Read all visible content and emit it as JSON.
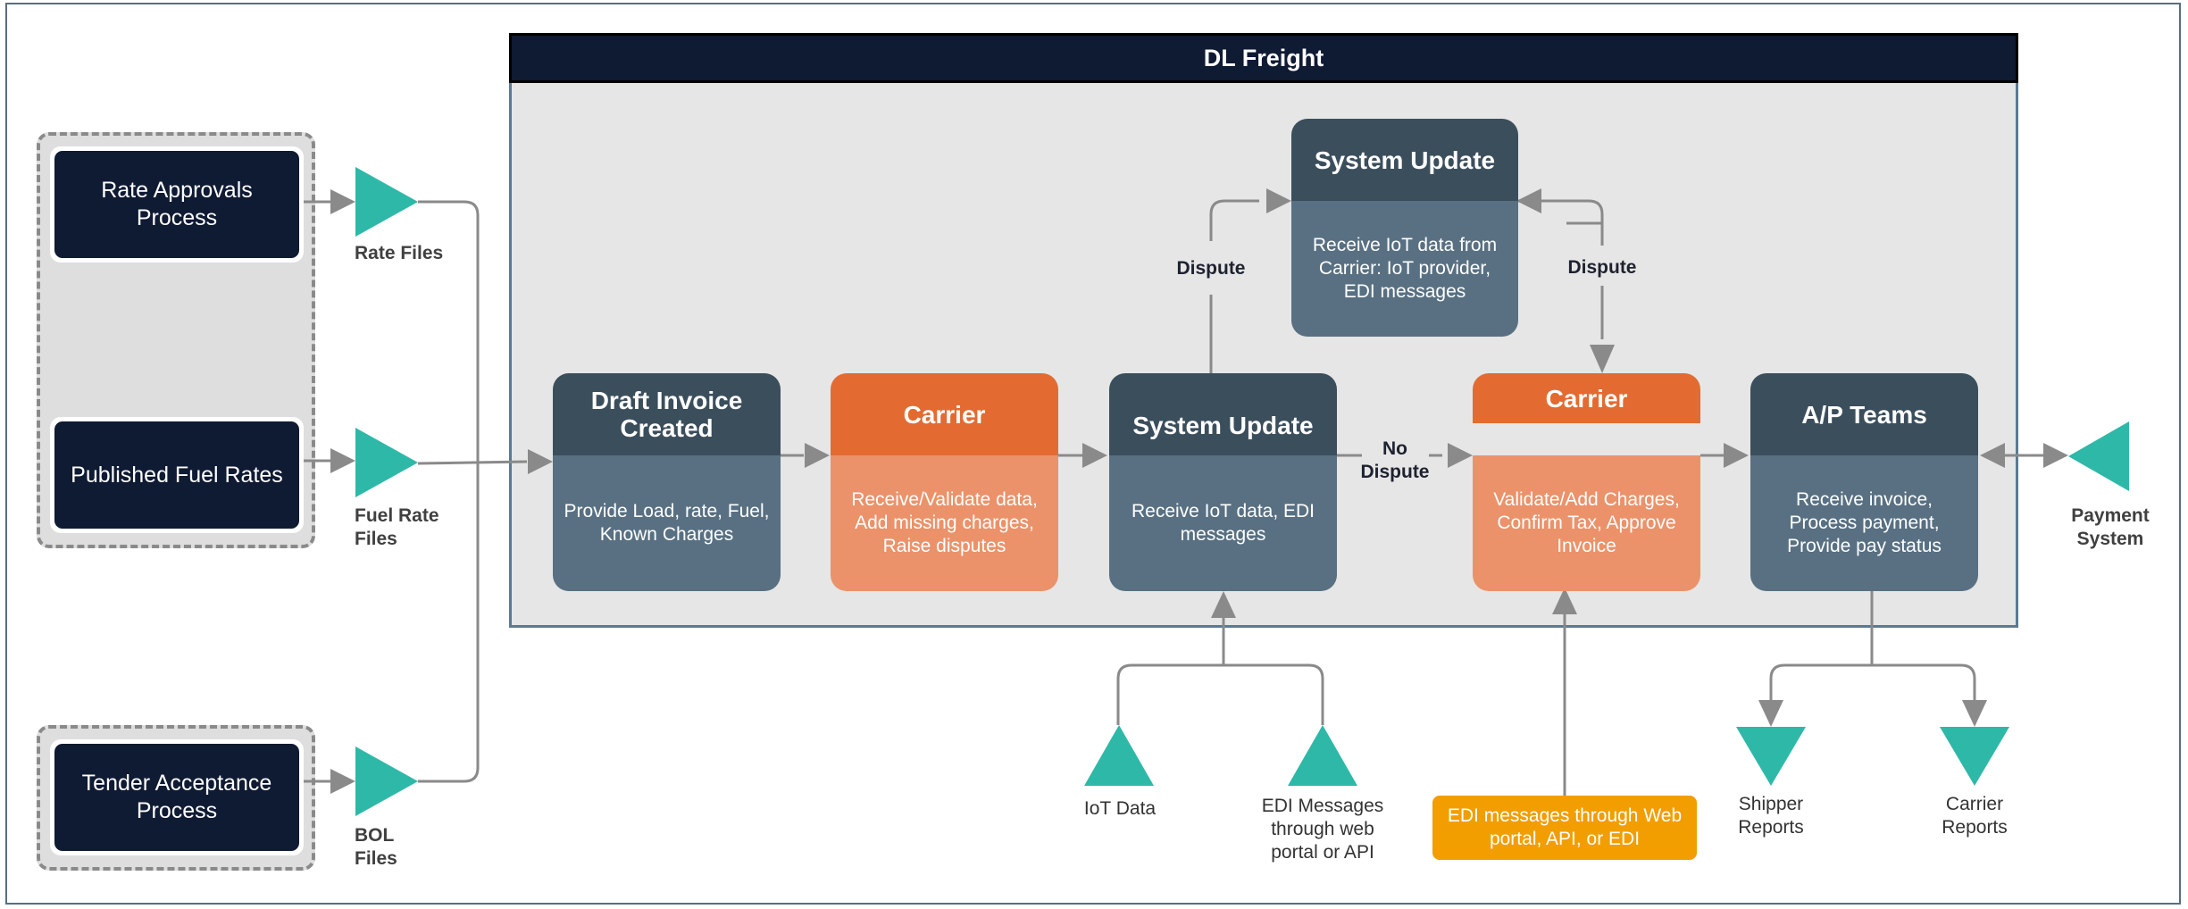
{
  "panel": {
    "title": "DL Freight"
  },
  "sources": {
    "rate_approvals": "Rate Approvals Process",
    "published_fuel": "Published Fuel Rates",
    "tender_acceptance": "Tender Acceptance Process"
  },
  "file_labels": {
    "rate_files": "Rate Files",
    "fuel_rate_files": "Fuel Rate Files",
    "bol_files": "BOL Files",
    "payment_system": "Payment System"
  },
  "cards": {
    "draft_invoice": {
      "title": "Draft Invoice Created",
      "body": "Provide Load, rate, Fuel, Known Charges"
    },
    "carrier1": {
      "title": "Carrier",
      "body": "Receive/Validate data, Add missing charges, Raise disputes"
    },
    "system_update_main": {
      "title": "System Update",
      "body": "Receive IoT data, EDI messages"
    },
    "system_update_top": {
      "title": "System Update",
      "body": "Receive IoT data from Carrier: IoT provider, EDI messages"
    },
    "carrier2": {
      "title": "Carrier",
      "body": "Validate/Add Charges, Confirm Tax, Approve Invoice"
    },
    "ap_teams": {
      "title": "A/P Teams",
      "body": "Receive invoice, Process payment, Provide pay status"
    }
  },
  "edge_labels": {
    "dispute_left": "Dispute",
    "dispute_right": "Dispute",
    "no_dispute": "No Dispute"
  },
  "inputs": {
    "iot_data": "IoT Data",
    "edi_messages": "EDI Messages through web portal or API",
    "edi_box": "EDI messages through Web portal, API, or EDI"
  },
  "outputs": {
    "shipper_reports": "Shipper Reports",
    "carrier_reports": "Carrier Reports"
  },
  "colors": {
    "navy": "#0f1a33",
    "slate_head": "#3b4e5c",
    "slate_body": "#587082",
    "orange_head": "#e36b32",
    "orange_body": "#eb926a",
    "teal": "#2eb8a8",
    "amber": "#f29d00"
  }
}
